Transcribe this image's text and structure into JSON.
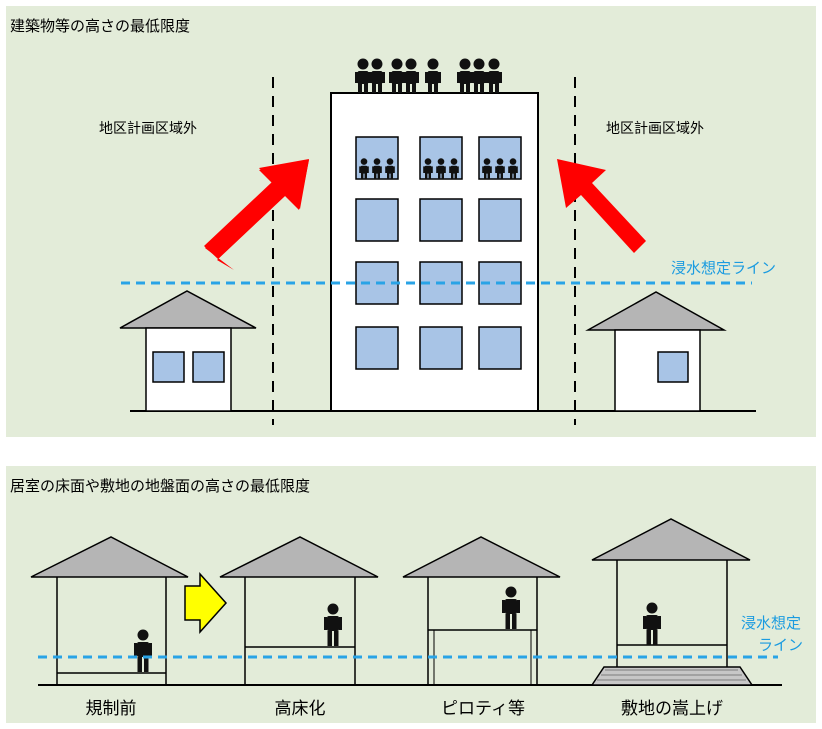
{
  "top_panel": {
    "title": "建築物等の高さの最低限度",
    "label_left": "地区計画区域外",
    "label_right": "地区計画区域外",
    "flood_line_label": "浸水想定ライン"
  },
  "bottom_panel": {
    "title": "居室の床面や敷地の地盤面の高さの最低限度",
    "flood_line_label_1": "浸水想定",
    "flood_line_label_2": "ライン",
    "captions": [
      "規制前",
      "高床化",
      "ピロティ等",
      "敷地の嵩上げ"
    ]
  },
  "colors": {
    "panel_bg": "#e3ecd9",
    "window_blue": "#a8c4e6",
    "flood_line": "#29a3e6",
    "arrow_red": "#ff0000",
    "arrow_yellow": "#ffff00",
    "roof_gray": "#b5b5b5"
  }
}
